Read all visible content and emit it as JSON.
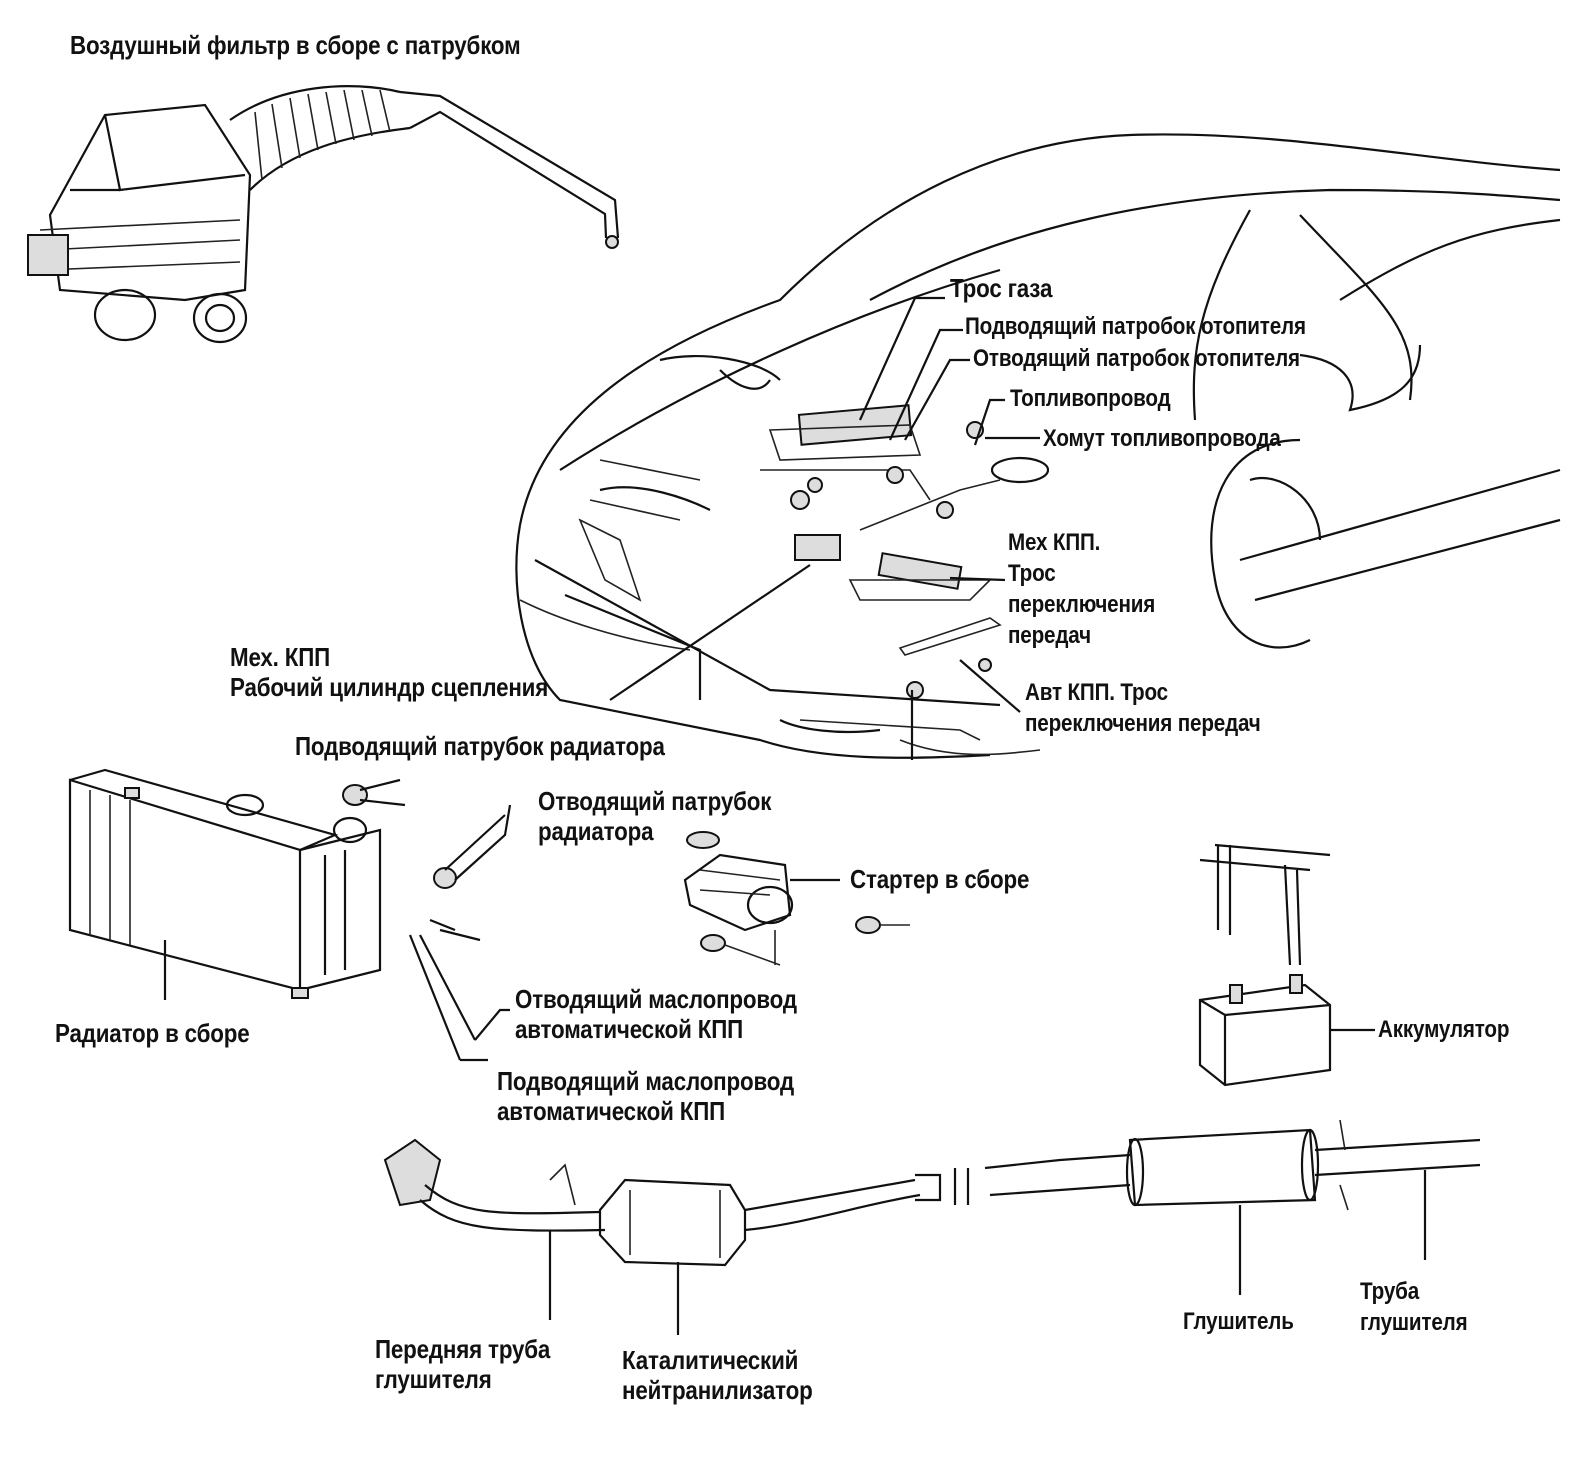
{
  "labels": {
    "air_filter": "Воздушный фильтр в сборе с патрубком",
    "throttle_cable": "Трос газа",
    "heater_inlet_hose": "Подводящий патробок отопителя",
    "heater_outlet_hose": "Отводящий патробок отопителя",
    "fuel_line": "Топливопровод",
    "fuel_line_clamp": "Хомут топливопровода",
    "mt_shift_cable": "Мех КПП.\nТрос\nпереключения\nпередач",
    "clutch_slave": "Мех. КПП\nРабочий цилиндр сцепления",
    "at_shift_cable": "Авт КПП. Трос\nпереключения передач",
    "radiator_inlet": "Подводящий патрубок радиатора",
    "radiator_outlet": "Отводящий патрубок\nрадиатора",
    "starter": "Стартер в сборе",
    "radiator": "Радиатор в сборе",
    "at_oil_outlet": "Отводящий маслопровод\nавтоматической КПП",
    "at_oil_inlet": "Подводящий маслопровод\nавтоматической КПП",
    "battery": "Аккумулятор",
    "front_pipe": "Передняя труба\nглушителя",
    "catalyst": "Каталитический\nнейтранилизатор",
    "muffler": "Глушитель",
    "tail_pipe": "Труба\nглушителя"
  }
}
